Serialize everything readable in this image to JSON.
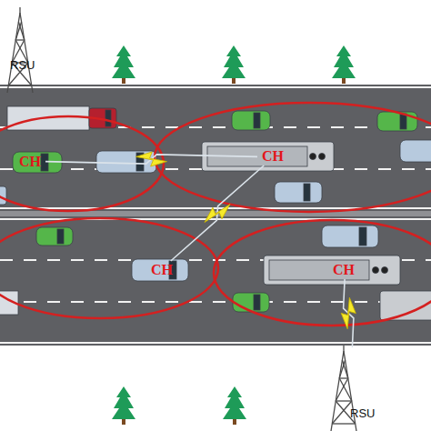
{
  "diagram": {
    "nodes": [
      {
        "text": [
          "RSU"
        ]
      },
      {
        "text": [
          "CH"
        ]
      },
      {
        "text": [
          "CH"
        ]
      },
      {
        "text": [
          "CH"
        ]
      },
      {
        "text": [
          "CH"
        ]
      },
      {
        "text": [
          "RSU"
        ]
      }
    ],
    "edges": [
      {
        "from": 1,
        "to": 2,
        "arrow": "none"
      },
      {
        "from": 2,
        "to": 3,
        "arrow": "none"
      },
      {
        "from": 4,
        "to": 5,
        "arrow": "none"
      }
    ]
  }
}
